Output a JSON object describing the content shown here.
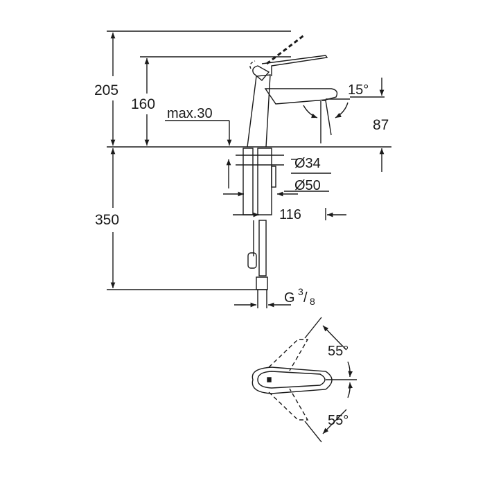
{
  "drawing": {
    "subject": "single-lever basin mixer dimension drawing",
    "line_color": "#1a1a1a",
    "background": "#ffffff",
    "dimensions": {
      "total_height": "205",
      "lever_height": "160",
      "max_deck_thickness": "max.30",
      "spout_tilt_angle": "15°",
      "outlet_height": "87",
      "mount_hole_diameter": "Ø34",
      "base_diameter": "Ø50",
      "spout_projection": "116",
      "hose_length": "350",
      "connection_thread": "G",
      "thread_numerator": "3",
      "thread_slash": "/",
      "thread_denominator": "8",
      "lever_swing_upper": "55°",
      "lever_swing_lower": "55°"
    }
  }
}
